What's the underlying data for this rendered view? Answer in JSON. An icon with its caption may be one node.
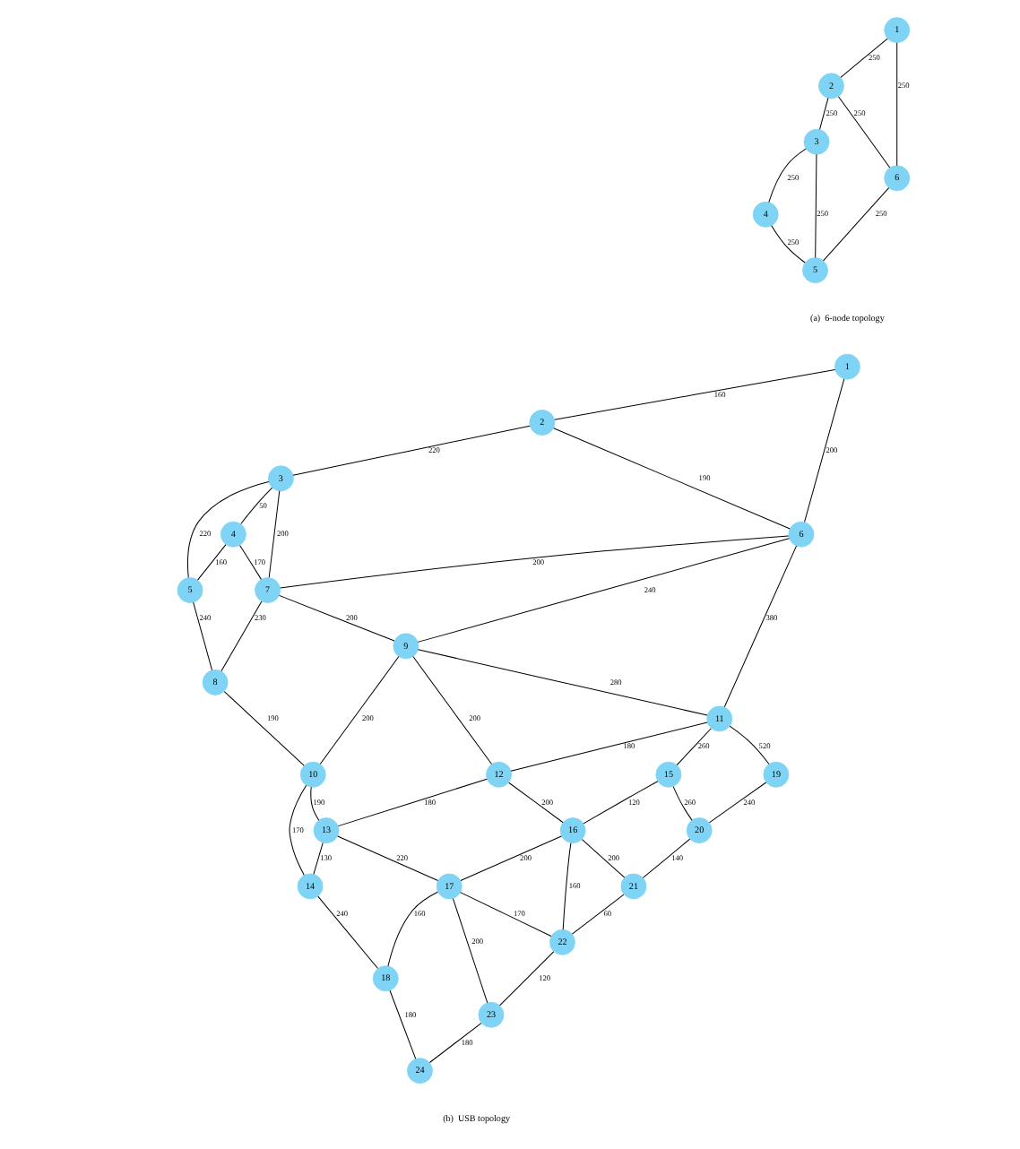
{
  "diagram": {
    "nodes": [
      {
        "text": [
          "1"
        ]
      },
      {
        "text": [
          "2"
        ]
      },
      {
        "text": [
          "3"
        ]
      },
      {
        "text": [
          "4"
        ]
      },
      {
        "text": [
          "5"
        ]
      },
      {
        "text": [
          "6"
        ]
      },
      {
        "text": [
          "1"
        ]
      },
      {
        "text": [
          "2"
        ]
      },
      {
        "text": [
          "3"
        ]
      },
      {
        "text": [
          "4"
        ]
      },
      {
        "text": [
          "5"
        ]
      },
      {
        "text": [
          "6"
        ]
      },
      {
        "text": [
          "7"
        ]
      },
      {
        "text": [
          "8"
        ]
      },
      {
        "text": [
          "9"
        ]
      },
      {
        "text": [
          "10"
        ]
      },
      {
        "text": [
          "11"
        ]
      },
      {
        "text": [
          "12"
        ]
      },
      {
        "text": [
          "13"
        ]
      },
      {
        "text": [
          "14"
        ]
      },
      {
        "text": [
          "15"
        ]
      },
      {
        "text": [
          "16"
        ]
      },
      {
        "text": [
          "17"
        ]
      },
      {
        "text": [
          "18"
        ]
      },
      {
        "text": [
          "19"
        ]
      },
      {
        "text": [
          "20"
        ]
      },
      {
        "text": [
          "21"
        ]
      },
      {
        "text": [
          "22"
        ]
      },
      {
        "text": [
          "23"
        ]
      },
      {
        "text": [
          "24"
        ]
      }
    ],
    "edges": [
      {
        "from": 0,
        "to": 1,
        "arrow": "none",
        "label": "250"
      },
      {
        "from": 1,
        "to": 2,
        "arrow": "none",
        "label": "250"
      },
      {
        "from": 2,
        "to": 3,
        "arrow": "none",
        "label": "250"
      },
      {
        "from": 0,
        "to": 5,
        "arrow": "none",
        "label": "250"
      },
      {
        "from": 1,
        "to": 5,
        "arrow": "none",
        "label": "250"
      },
      {
        "from": 2,
        "to": 4,
        "arrow": "none",
        "label": "250"
      },
      {
        "from": 3,
        "to": 4,
        "arrow": "none",
        "label": "250"
      },
      {
        "from": 5,
        "to": 4,
        "arrow": "none",
        "label": "250"
      },
      {
        "from": 6,
        "to": 7,
        "arrow": "none",
        "label": "160"
      },
      {
        "from": 6,
        "to": 11,
        "arrow": "none",
        "label": "200"
      },
      {
        "from": 7,
        "to": 11,
        "arrow": "none",
        "label": "190"
      },
      {
        "from": 7,
        "to": 8,
        "arrow": "none",
        "label": "220"
      },
      {
        "from": 8,
        "to": 12,
        "arrow": "none",
        "label": "200"
      },
      {
        "from": 8,
        "to": 9,
        "arrow": "none",
        "label": "50"
      },
      {
        "from": 8,
        "to": 10,
        "arrow": "none",
        "label": "220"
      },
      {
        "from": 9,
        "to": 12,
        "arrow": "none",
        "label": "170"
      },
      {
        "from": 9,
        "to": 10,
        "arrow": "none",
        "label": "160"
      },
      {
        "from": 10,
        "to": 13,
        "arrow": "none",
        "label": "240"
      },
      {
        "from": 11,
        "to": 12,
        "arrow": "none",
        "label": "200"
      },
      {
        "from": 11,
        "to": 14,
        "arrow": "none",
        "label": "240"
      },
      {
        "from": 11,
        "to": 16,
        "arrow": "none",
        "label": "380"
      },
      {
        "from": 12,
        "to": 14,
        "arrow": "none",
        "label": "200"
      },
      {
        "from": 12,
        "to": 13,
        "arrow": "none",
        "label": "230"
      },
      {
        "from": 13,
        "to": 15,
        "arrow": "none",
        "label": "190"
      },
      {
        "from": 14,
        "to": 16,
        "arrow": "none",
        "label": "280"
      },
      {
        "from": 14,
        "to": 17,
        "arrow": "none",
        "label": "200"
      },
      {
        "from": 14,
        "to": 15,
        "arrow": "none",
        "label": "200"
      },
      {
        "from": 15,
        "to": 18,
        "arrow": "none",
        "label": "190"
      },
      {
        "from": 15,
        "to": 19,
        "arrow": "none",
        "label": "170"
      },
      {
        "from": 16,
        "to": 24,
        "arrow": "none",
        "label": "520"
      },
      {
        "from": 16,
        "to": 20,
        "arrow": "none",
        "label": "260"
      },
      {
        "from": 16,
        "to": 17,
        "arrow": "none",
        "label": "180"
      },
      {
        "from": 17,
        "to": 21,
        "arrow": "none",
        "label": "200"
      },
      {
        "from": 17,
        "to": 18,
        "arrow": "none",
        "label": "180"
      },
      {
        "from": 18,
        "to": 22,
        "arrow": "none",
        "label": "220"
      },
      {
        "from": 18,
        "to": 19,
        "arrow": "none",
        "label": "130"
      },
      {
        "from": 19,
        "to": 23,
        "arrow": "none",
        "label": "240"
      },
      {
        "from": 20,
        "to": 25,
        "arrow": "none",
        "label": "260"
      },
      {
        "from": 20,
        "to": 21,
        "arrow": "none",
        "label": "120"
      },
      {
        "from": 21,
        "to": 26,
        "arrow": "none",
        "label": "200"
      },
      {
        "from": 21,
        "to": 27,
        "arrow": "none",
        "label": "160"
      },
      {
        "from": 21,
        "to": 22,
        "arrow": "none",
        "label": "200"
      },
      {
        "from": 22,
        "to": 27,
        "arrow": "none",
        "label": "170"
      },
      {
        "from": 22,
        "to": 28,
        "arrow": "none",
        "label": "200"
      },
      {
        "from": 22,
        "to": 23,
        "arrow": "none",
        "label": "160"
      },
      {
        "from": 23,
        "to": 29,
        "arrow": "none",
        "label": "180"
      },
      {
        "from": 24,
        "to": 25,
        "arrow": "none",
        "label": "240"
      },
      {
        "from": 25,
        "to": 26,
        "arrow": "none",
        "label": "140"
      },
      {
        "from": 26,
        "to": 27,
        "arrow": "none",
        "label": "60"
      },
      {
        "from": 27,
        "to": 28,
        "arrow": "none",
        "label": "120"
      },
      {
        "from": 28,
        "to": 29,
        "arrow": "none",
        "label": "180"
      }
    ],
    "labels": [
      "(a)  6-node topology",
      "(b)  USB topology"
    ]
  }
}
